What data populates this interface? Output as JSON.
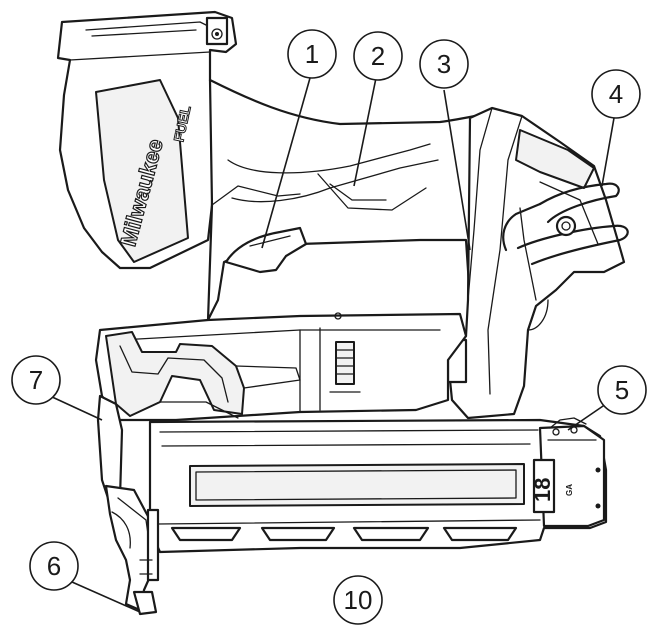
{
  "diagram": {
    "brand_logo": "Milwaukee",
    "fuel_logo": "FUEL",
    "gauge_label": "18",
    "gauge_sublabel": "GA",
    "callouts": [
      {
        "id": "1",
        "label": "1"
      },
      {
        "id": "2",
        "label": "2"
      },
      {
        "id": "3",
        "label": "3"
      },
      {
        "id": "4",
        "label": "4"
      },
      {
        "id": "5",
        "label": "5"
      },
      {
        "id": "6",
        "label": "6"
      },
      {
        "id": "7",
        "label": "7"
      },
      {
        "id": "10",
        "label": "10"
      }
    ]
  }
}
